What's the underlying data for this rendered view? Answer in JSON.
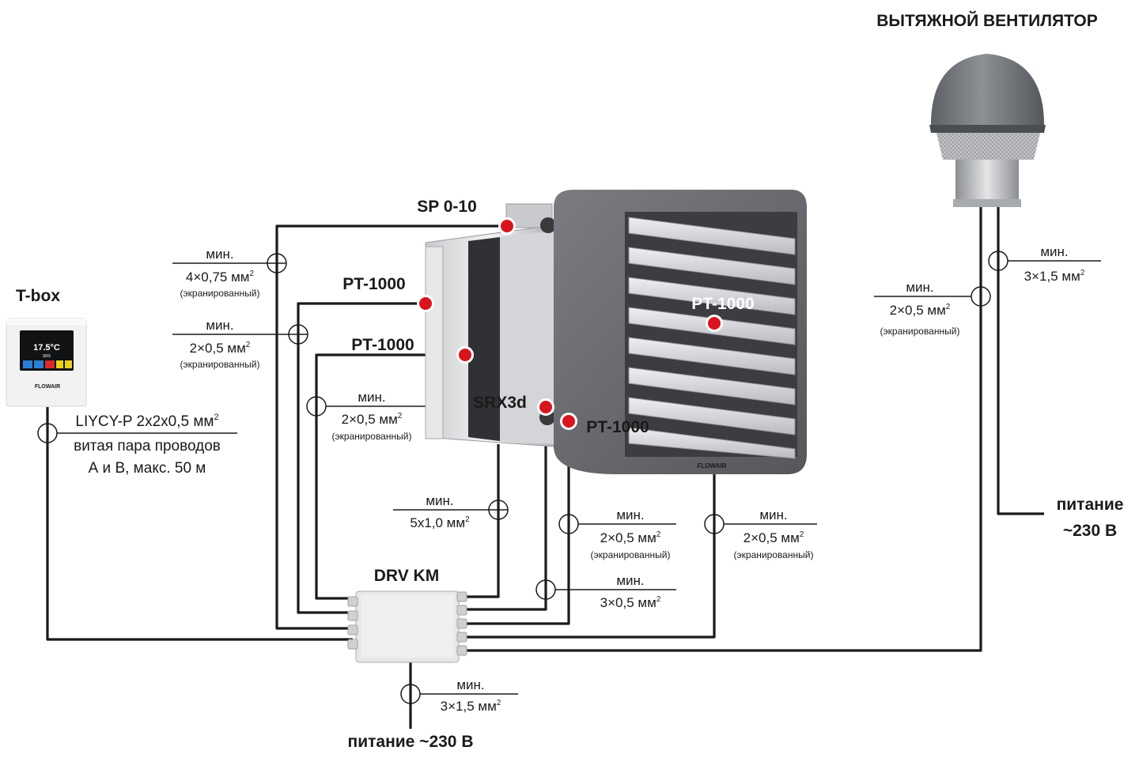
{
  "title_fan": "ВЫТЯЖНОЙ ВЕНТИЛЯТОР",
  "tbox": {
    "name": "T-box",
    "screen_temp": "17.5°C",
    "brand": "FLOWAIR",
    "cable": [
      "LIYCY-P 2x2x0,5 мм",
      "витая пара проводов",
      "А и В, макс. 50 м"
    ],
    "cable_sup": "2"
  },
  "heater": {
    "brand": "FLOWAIR"
  },
  "sensors": {
    "sp": "SP 0-10",
    "pt1": "PT-1000",
    "pt2": "PT-1000",
    "pt3": "PT-1000",
    "pt4": "PT-1000",
    "srx": "SRX3d"
  },
  "controller": "DRV KM",
  "power_bottom": "питание ~230 В",
  "power_right": [
    "питание",
    "~230 В"
  ],
  "cables": {
    "c_sp": {
      "min": "мин.",
      "value": "4×0,75 мм",
      "sup": "2",
      "note": "(экранированный)"
    },
    "c_pt1": {
      "min": "мин.",
      "value": "2×0,5 мм",
      "sup": "2",
      "note": "(экранированный)"
    },
    "c_pt2": {
      "min": "мин.",
      "value": "2×0,5 мм",
      "sup": "2",
      "note": "(экранированный)"
    },
    "c_srx": {
      "min": "мин.",
      "value": "5x1,0 мм",
      "sup": "2"
    },
    "c_pt3": {
      "min": "мин.",
      "value": "2×0,5 мм",
      "sup": "2",
      "note": "(экранированный)"
    },
    "c_pt4": {
      "min": "мин.",
      "value": "2×0,5 мм",
      "sup": "2",
      "note": "(экранированный)"
    },
    "c_valve": {
      "min": "мин.",
      "value": "3×0,5 мм",
      "sup": "2"
    },
    "c_power": {
      "min": "мин.",
      "value": "3×1,5 мм",
      "sup": "2"
    },
    "c_fan_sig": {
      "min": "мин.",
      "value": "2×0,5 мм",
      "sup": "2",
      "note": "(экранированный)"
    },
    "c_fan_pow": {
      "min": "мин.",
      "value": "3×1,5 мм",
      "sup": "2"
    }
  },
  "colors": {
    "wire": "#1a1a1a",
    "sensor_dot": "#d8141c",
    "heater_body": "#6e7075",
    "louver": "#d9dadc"
  }
}
